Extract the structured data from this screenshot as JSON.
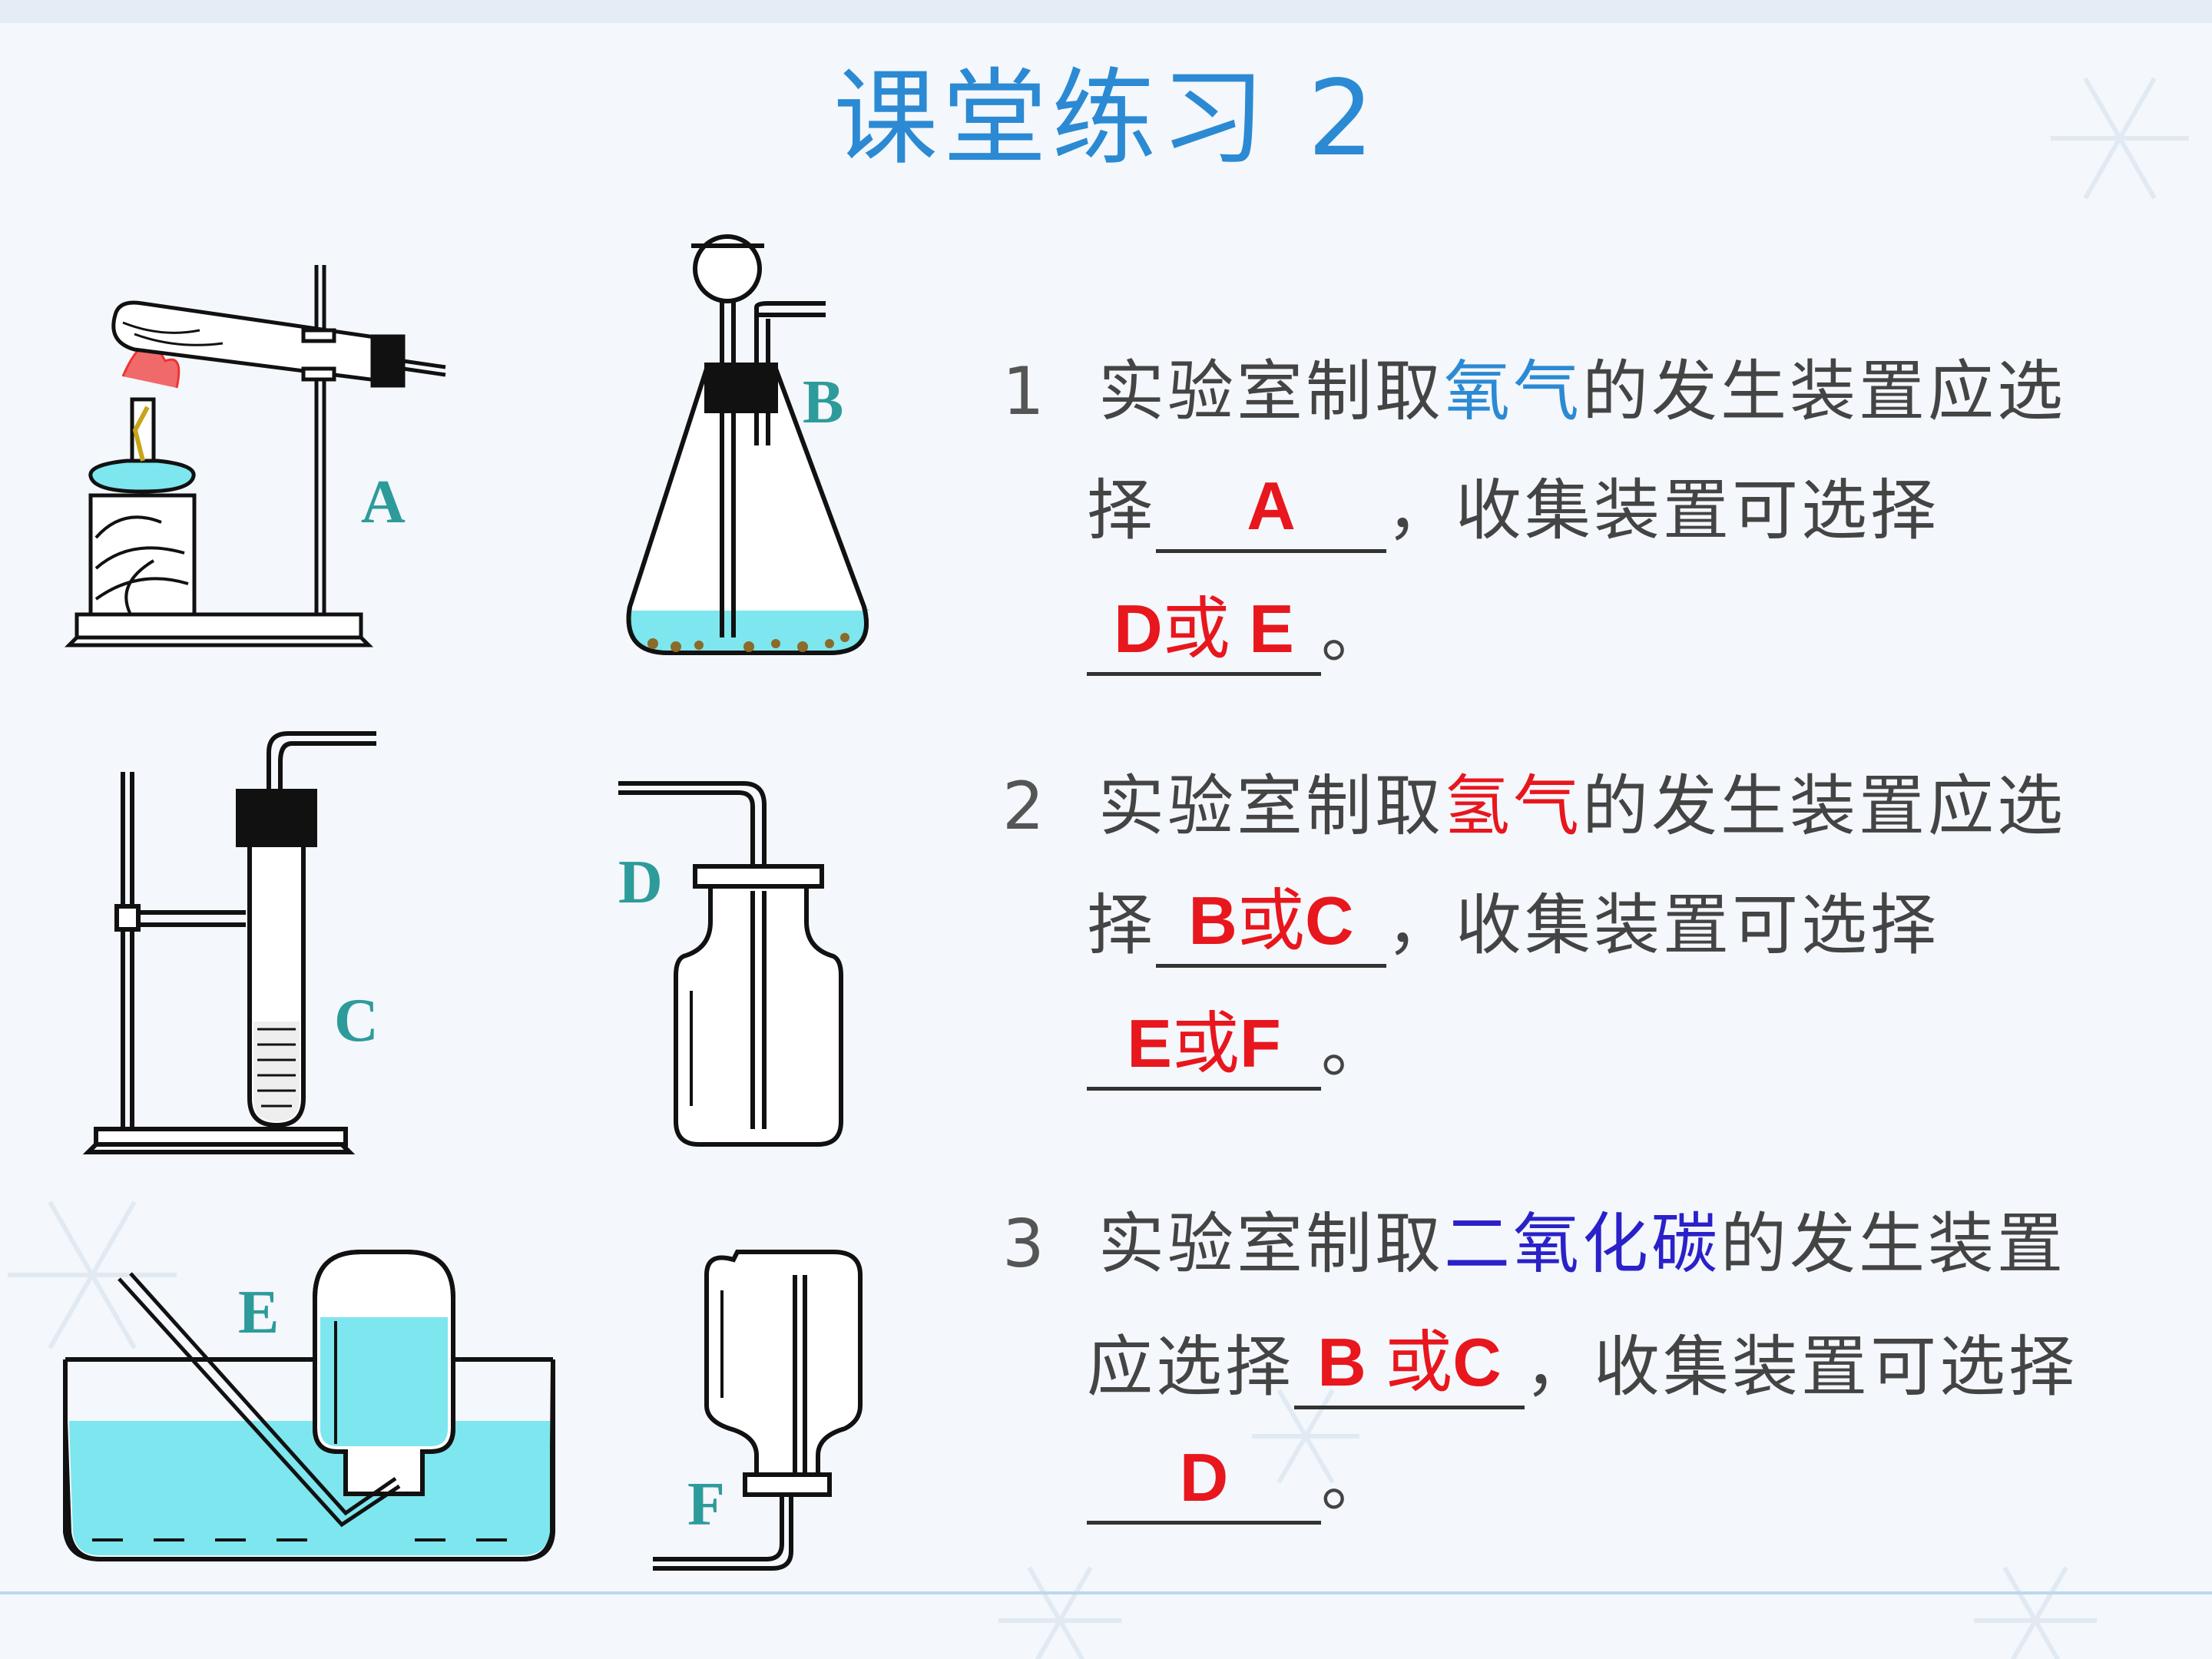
{
  "title": "课堂练习 2",
  "labels": {
    "a": "A",
    "b": "B",
    "c": "C",
    "d": "D",
    "e": "E",
    "f": "F"
  },
  "colors": {
    "title": "#2b8ad3",
    "answer": "#e8161d",
    "label": "#2e9b9b",
    "oxygen": "#2b8ad3",
    "hydrogen": "#e8161d",
    "co2": "#2a21c9",
    "water": "#7ee6ee"
  },
  "questions": [
    {
      "number": "1",
      "prefix": "实验室制取",
      "gas": "氧气",
      "suffix": "的发生装置应选",
      "select": "择",
      "collect": "，收集装置可选择",
      "period": "。",
      "answer_gen": "A",
      "answer_col_a": "D",
      "answer_col_or": "或",
      "answer_col_b": " E"
    },
    {
      "number": "2",
      "prefix": "实验室制取",
      "gas": "氢气",
      "suffix": "的发生装置应选",
      "select": "择",
      "collect": "，收集装置可选择",
      "period": "。",
      "answer_gen_a": "B",
      "answer_gen_or": "或",
      "answer_gen_b": "C",
      "answer_col_a": "E",
      "answer_col_or": "或",
      "answer_col_b": "F"
    },
    {
      "number": "3",
      "prefix": "实验室制取",
      "gas": "二氧化碳",
      "suffix": "的发生装置",
      "select": "应选择",
      "collect": "，收集装置可选择",
      "period": "。",
      "answer_gen_a": "B ",
      "answer_gen_or": "或",
      "answer_gen_b": "C",
      "answer_col": "D"
    }
  ]
}
